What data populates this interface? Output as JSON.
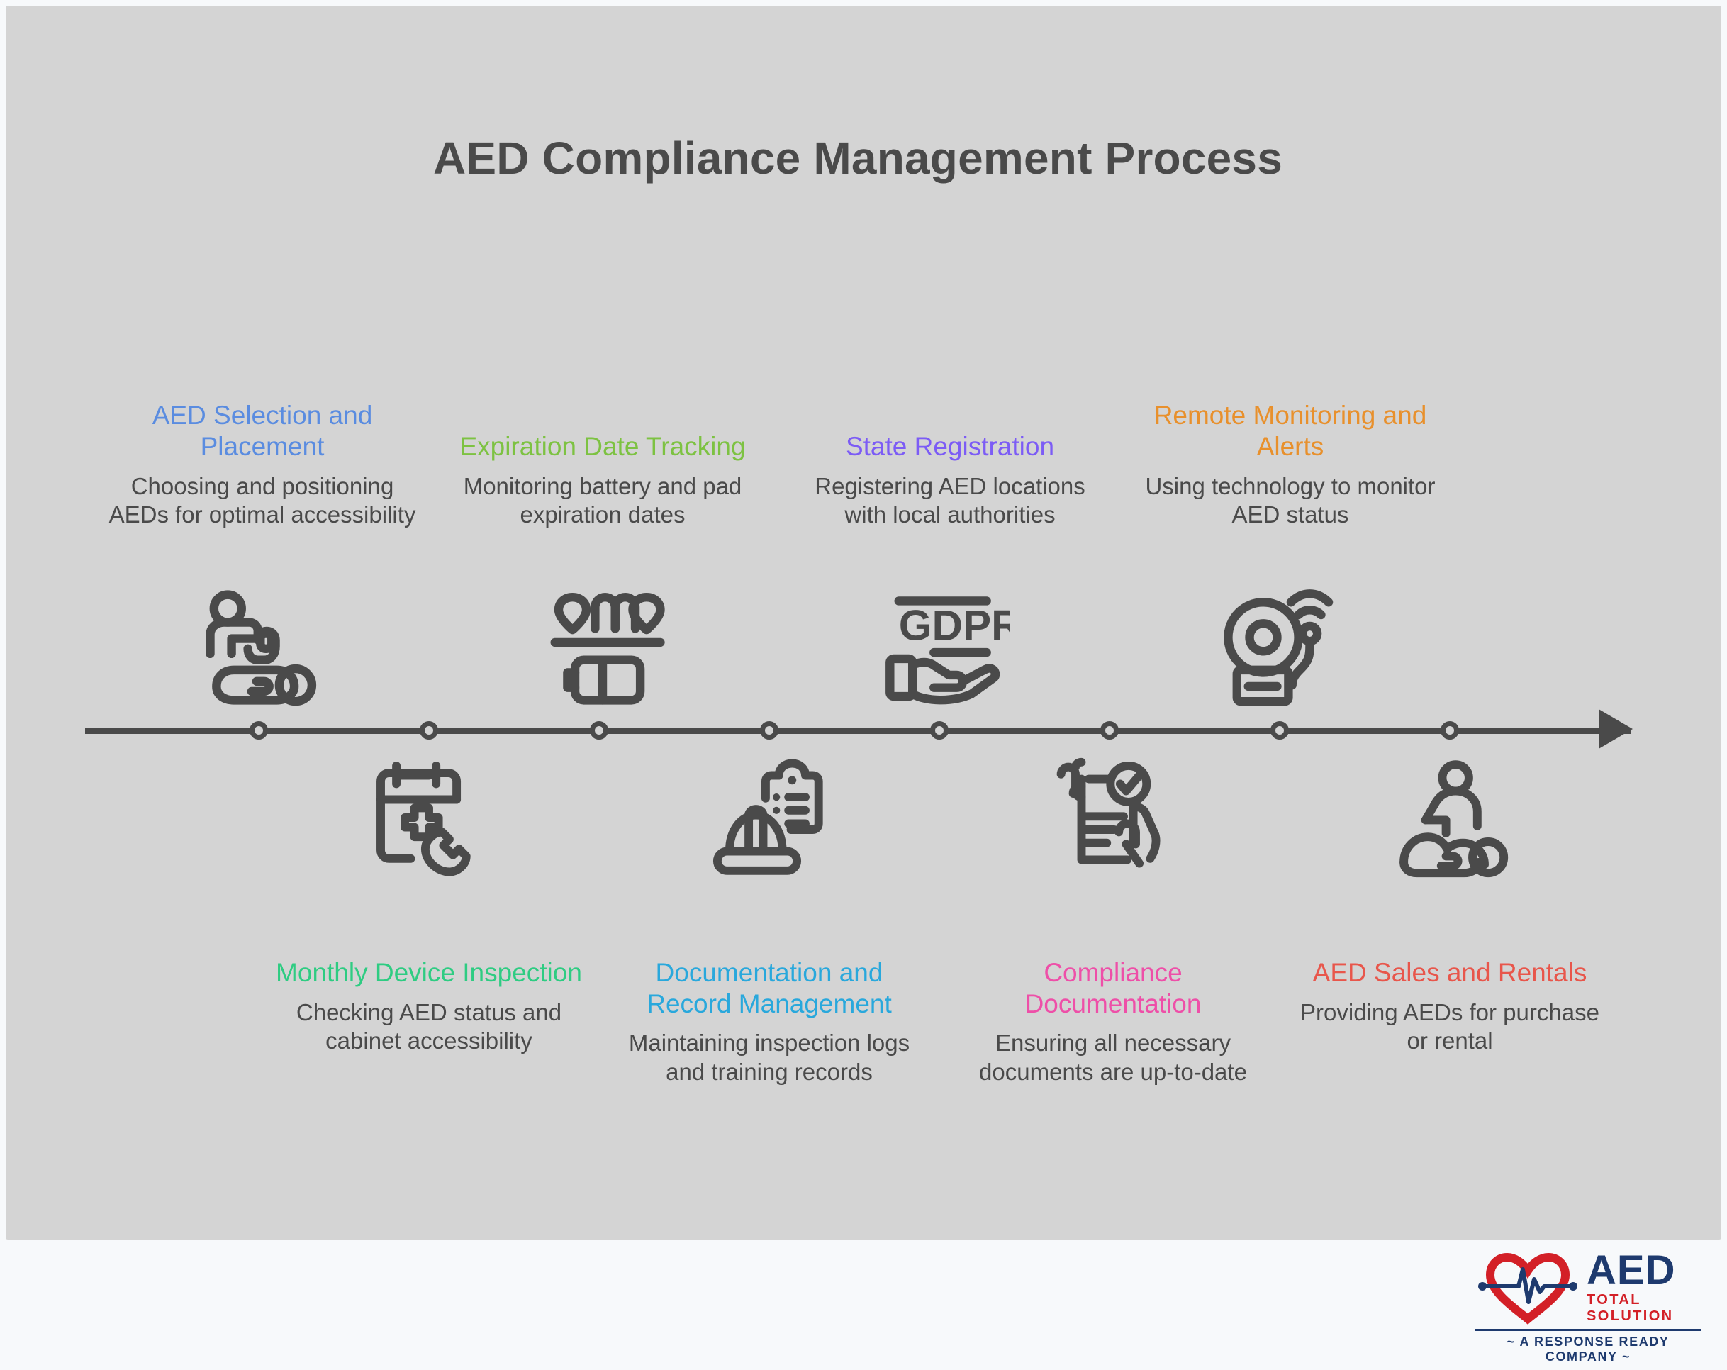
{
  "title": "AED Compliance Management Process",
  "colors": {
    "background": "#d4d4d4",
    "page": "#f7f9fb",
    "timeline": "#4a4a4a",
    "body_text": "#4a4a4a",
    "logo_navy": "#1e3a6e",
    "logo_red": "#d32027"
  },
  "timeline": {
    "node_count": 8,
    "arrow_direction": "right"
  },
  "steps": [
    {
      "position": "top",
      "heading": "AED Selection and Placement",
      "description": "Choosing and positioning AEDs for optimal accessibility",
      "color": "#5a8ce0",
      "icon": "cpr-resuscitation-icon"
    },
    {
      "position": "bottom",
      "heading": "Monthly Device Inspection",
      "description": "Checking AED status and cabinet accessibility",
      "color": "#2ecc82",
      "icon": "calendar-medical-phone-icon"
    },
    {
      "position": "top",
      "heading": "Expiration Date Tracking",
      "description": "Monitoring battery and pad expiration dates",
      "color": "#7dc242",
      "icon": "battery-pads-expiry-icon"
    },
    {
      "position": "bottom",
      "heading": "Documentation and Record Management",
      "description": "Maintaining inspection logs and training records",
      "color": "#29a8dc",
      "icon": "hardhat-clipboard-icon"
    },
    {
      "position": "top",
      "heading": "State Registration",
      "description": "Registering AED locations with local authorities",
      "color": "#7c5cf5",
      "icon": "gdpr-hand-icon"
    },
    {
      "position": "bottom",
      "heading": "Compliance Documentation",
      "description": "Ensuring all necessary documents are up-to-date",
      "color": "#ee4fa8",
      "icon": "document-check-hands-icon"
    },
    {
      "position": "top",
      "heading": "Remote Monitoring and Alerts",
      "description": "Using technology to monitor AED status",
      "color": "#e8902c",
      "icon": "alarm-bell-wireless-icon"
    },
    {
      "position": "bottom",
      "heading": "AED Sales and Rentals",
      "description": "Providing AEDs for purchase or rental",
      "color": "#e8564b",
      "icon": "cpr-rescue-icon"
    }
  ],
  "logo": {
    "name": "AED",
    "subtitle": "TOTAL SOLUTION",
    "tagline": "~ A RESPONSE READY COMPANY ~"
  }
}
